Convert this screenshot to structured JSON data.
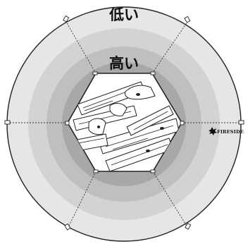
{
  "labels": {
    "outer": "低い",
    "inner": "高い"
  },
  "logo": {
    "text": "FIRESIDE",
    "icon": "fire-icon"
  },
  "colors": {
    "ring_1": "#e6e6e6",
    "ring_2": "#d3d3d3",
    "ring_3": "#bfbfbf",
    "ring_4": "#a8a8a8",
    "center": "#ffffff",
    "outline": "#222222"
  }
}
